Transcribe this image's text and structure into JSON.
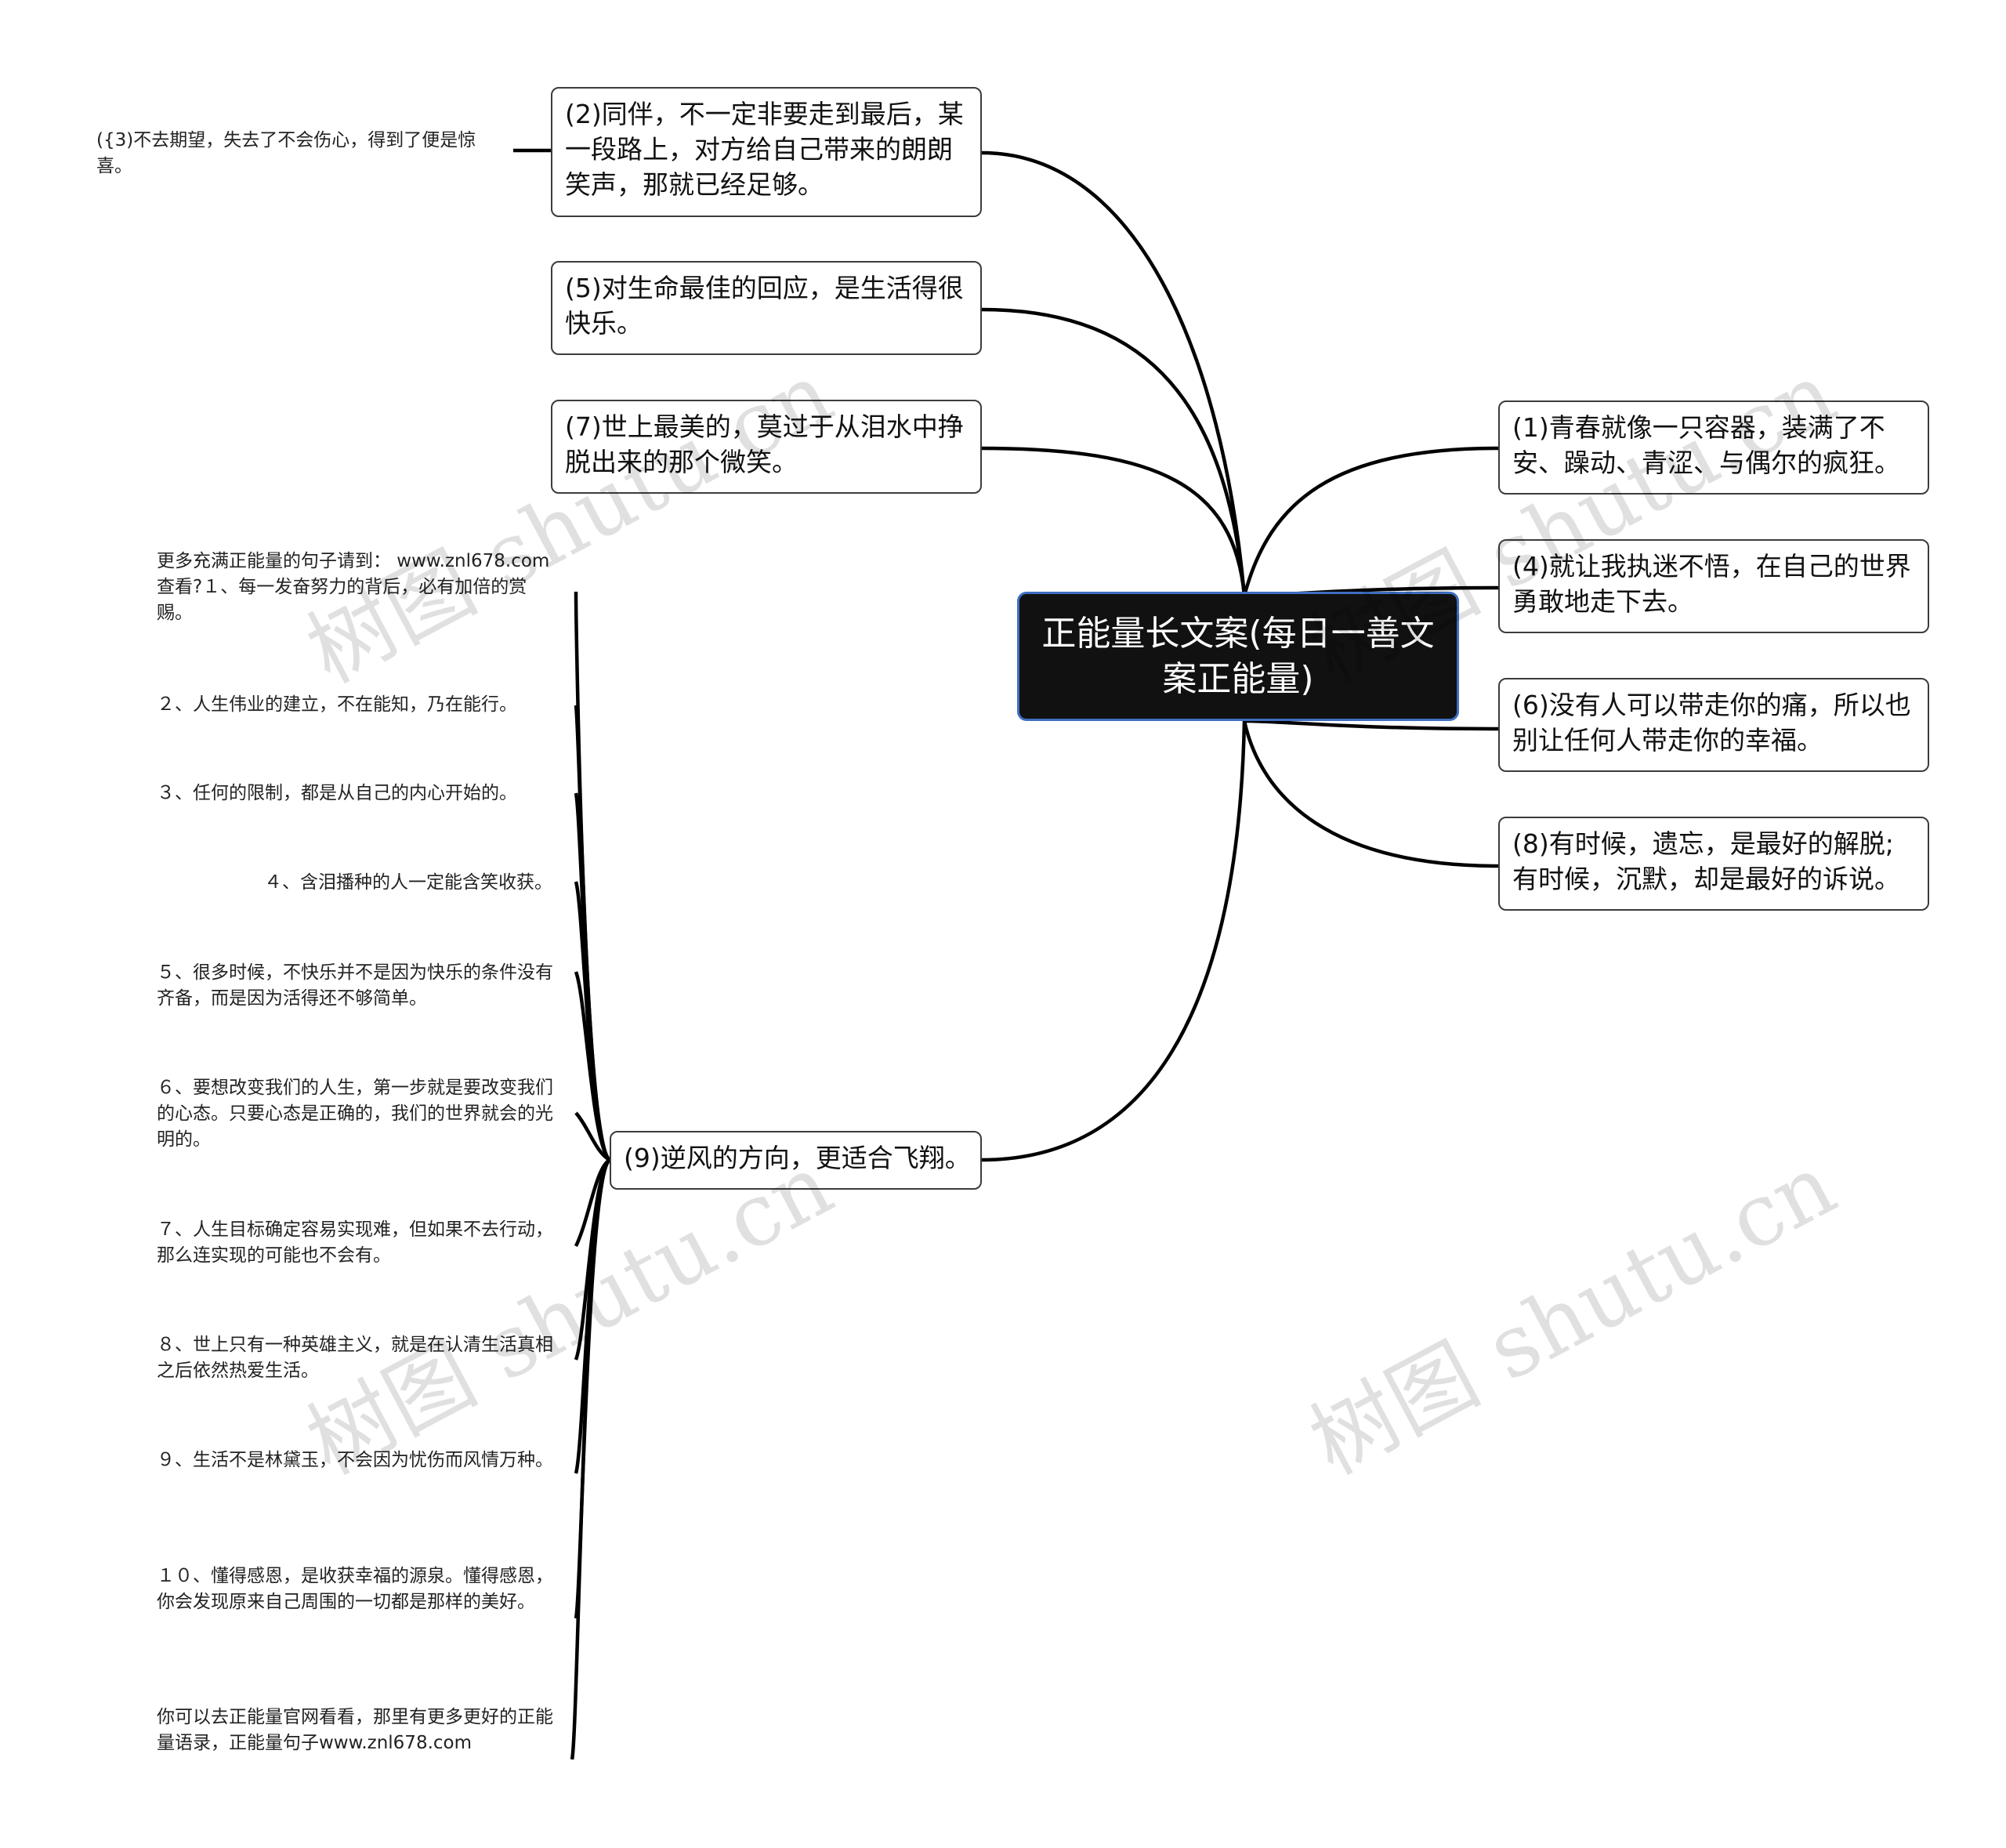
{
  "root": {
    "title": "正能量长文案(每日一善文案正能量)"
  },
  "branches": {
    "n2": "(2)同伴，不一定非要走到最后，某一段路上，对方给自己带来的朗朗笑声，那就已经足够。",
    "n3": "({3)不去期望，失去了不会伤心，得到了便是惊喜。",
    "n5": "(5)对生命最佳的回应，是生活得很快乐。",
    "n7": "(7)世上最美的，莫过于从泪水中挣脱出来的那个微笑。",
    "n1": "(1)青春就像一只容器，装满了不安、躁动、青涩、与偶尔的疯狂。",
    "n4": "(4)就让我执迷不悟，在自己的世界勇敢地走下去。",
    "n6": "(6)没有人可以带走你的痛，所以也别让任何人带走你的幸福。",
    "n8": "(8)有时候，遗忘，是最好的解脱;有时候，沉默，却是最好的诉说。",
    "n9": "(9)逆风的方向，更适合飞翔。"
  },
  "leaves": [
    "更多充满正能量的句子请到： www.znl678.com查看?１、每一发奋努力的背后，必有加倍的赏赐。",
    "２、人生伟业的建立，不在能知，乃在能行。",
    "３、任何的限制，都是从自己的内心开始的。",
    "４、含泪播种的人一定能含笑收获。",
    "５、很多时候，不快乐并不是因为快乐的条件没有齐备，而是因为活得还不够简单。",
    "６、要想改变我们的人生，第一步就是要改变我们的心态。只要心态是正确的，我们的世界就会的光明的。",
    "７、人生目标确定容易实现难，但如果不去行动，那么连实现的可能也不会有。",
    "８、世上只有一种英雄主义，就是在认清生活真相之后依然热爱生活。",
    "９、生活不是林黛玉，不会因为忧伤而风情万种。",
    "１０、懂得感恩，是收获幸福的源泉。懂得感恩，你会发现原来自己周围的一切都是那样的美好。",
    "你可以去正能量官网看看，那里有更多更好的正能量语录，正能量句子www.znl678.com"
  ],
  "watermark": "树图 shutu.cn"
}
